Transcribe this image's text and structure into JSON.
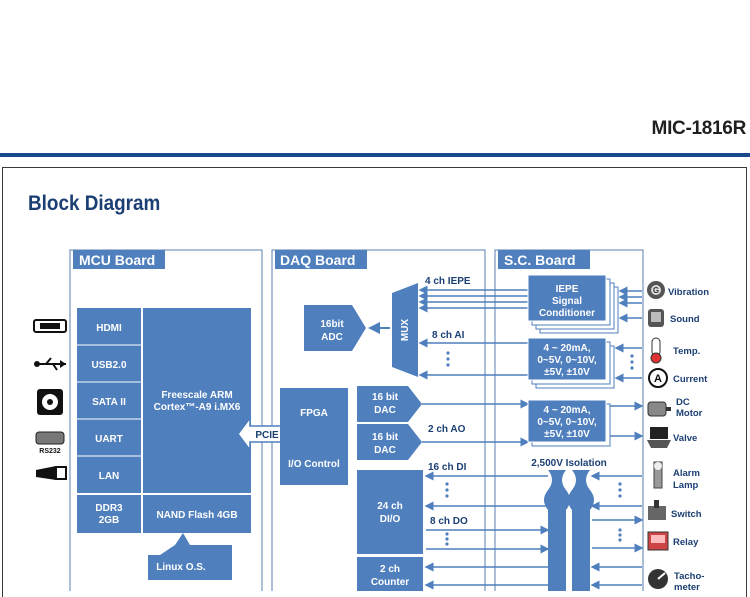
{
  "header": {
    "model": "MIC-1816R"
  },
  "section_title": "Block Diagram",
  "boards": {
    "mcu": "MCU Board",
    "daq": "DAQ Board",
    "sc": "S.C. Board"
  },
  "mcu": {
    "interfaces": [
      "HDMI",
      "USB2.0",
      "SATA II",
      "UART",
      "LAN"
    ],
    "ddr": [
      "DDR3",
      "2GB"
    ],
    "cpu": [
      "Freescale ARM",
      "Cortex™-A9 i.MX6"
    ],
    "nand": "NAND Flash 4GB",
    "os": "Linux O.S."
  },
  "left_icons": {
    "hdmi": "hdmi-icon",
    "usb": "usb-icon",
    "sata": "hard-disk-icon",
    "rs232": "RS232",
    "lan": "lan-icon"
  },
  "daq": {
    "pcie": "PCIE",
    "adc": [
      "16bit",
      "ADC"
    ],
    "mux": "MUX",
    "fpga": "FPGA",
    "io_control": "I/O Control",
    "dac1": [
      "16 bit",
      "DAC"
    ],
    "dac2": [
      "16 bit",
      "DAC"
    ],
    "dio": [
      "24 ch",
      "DI/O"
    ],
    "counter": [
      "2 ch",
      "Counter"
    ],
    "labels": {
      "iepe": "4 ch IEPE",
      "ai": "8 ch AI",
      "ao": "2 ch AO",
      "di": "16 ch DI",
      "do": "8 ch DO"
    }
  },
  "sc": {
    "iepe": [
      "IEPE",
      "Signal",
      "Conditioner"
    ],
    "ai_range": [
      "4 ~ 20mA,",
      "0~5V, 0~10V,",
      "±5V, ±10V"
    ],
    "ao_range": [
      "4 ~ 20mA,",
      "0~5V, 0~10V,",
      "±5V, ±10V"
    ],
    "isolation": "2,500V Isolation"
  },
  "devices": [
    "Vibration",
    "Sound",
    "Temp.",
    "Current",
    "DC Motor",
    "Valve",
    "Alarm Lamp",
    "Switch",
    "Relay",
    "Tacho-meter"
  ],
  "colors": {
    "block": "#4f7fbd",
    "frame_border": "#5b7fb0",
    "header_bar": "#1a4a8a",
    "title": "#1b3f73"
  }
}
